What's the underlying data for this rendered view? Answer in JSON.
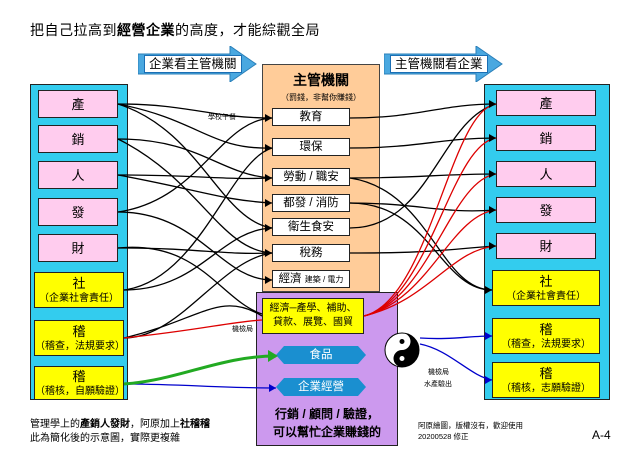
{
  "title": {
    "part1": "把自己拉高到",
    "bold": "經營企業",
    "part2": "的高度，才能綜觀全局"
  },
  "banners": {
    "left": "企業看主管機關",
    "right": "主管機關看企業"
  },
  "center": {
    "title": "主管機關",
    "subtitle": "（罰錢，非幫你賺錢）",
    "items": [
      "教育",
      "環保",
      "勞動 / 職安",
      "都發 / 消防",
      "衛生食安",
      "稅務"
    ],
    "last_item": {
      "main": "經濟",
      "sub": "建築 / 電力"
    }
  },
  "economy_box": {
    "line1": "經濟─產學、補助、",
    "line2": "貸款、展覽、國貿"
  },
  "left_column": {
    "pink": [
      "產",
      "銷",
      "人",
      "發",
      "財"
    ],
    "yellow": [
      {
        "main": "社",
        "sub": "（企業社會責任）"
      },
      {
        "main": "稽",
        "sub": "（稽查，法規要求）"
      },
      {
        "main": "稽",
        "sub": "（稽核，自願驗證）"
      }
    ]
  },
  "right_column": {
    "pink": [
      "產",
      "銷",
      "人",
      "發",
      "財"
    ],
    "yellow": [
      {
        "main": "社",
        "sub": "（企業社會責任）"
      },
      {
        "main": "稽",
        "sub": "（稽查，法規要求）"
      },
      {
        "main": "稽",
        "sub": "（稽核，志願驗證）"
      }
    ]
  },
  "badges": {
    "food": "食品",
    "business": "企業經營"
  },
  "purple_text": {
    "line1": "行銷 / 顧問 / 驗證，",
    "line2": "可以幫忙企業賺錢的"
  },
  "annotations": {
    "school_lunch": "學校午餐",
    "machine_left": "機檢局",
    "machine_right": "機檢局",
    "water": "水產驗出"
  },
  "footer_left": {
    "line1_a": "管理學上的",
    "line1_b": "產銷人發財",
    "line1_c": "，阿原加上",
    "line1_d": "社稽稽",
    "line2": "此為簡化後的示意圖，實際更複雜"
  },
  "footer_right": {
    "line1": "阿原繪圖，版權沒有，歡迎使用",
    "line2": "20200528 修正"
  },
  "page_id": "A-4",
  "colors": {
    "blue": "#33ccee",
    "pink": "#ffccee",
    "yellow": "#ffff00",
    "orange": "#ffcc99",
    "purple": "#cc99ee",
    "arrow_blue": "#2f9bd6"
  }
}
